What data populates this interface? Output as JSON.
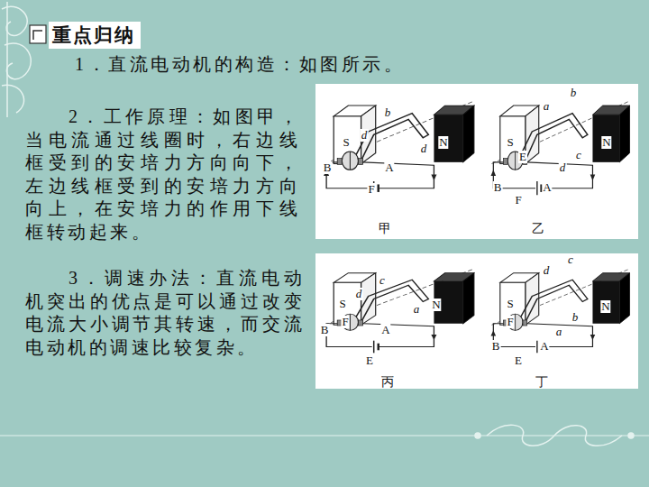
{
  "diagram": {
    "title": "重点归纳",
    "labels": [
      "1．直流电动机的构造：如图所示。",
      "2．工作原理：如图甲，当电流通过线圈时，右边线框受到的安培力方向向下，左边线框受到的安培力方向向上，在安培力的作用下线框转动起来。",
      "3．调速办法：直流电动机突出的优点是可以通过改变电流大小调节其转速，而交流电动机的调速比较复杂。",
      "b",
      "S",
      "d",
      "d",
      "N",
      "B",
      "A",
      "F",
      "甲",
      "b",
      "a",
      "S",
      "E",
      "c",
      "N",
      "d",
      "B",
      "A",
      "F",
      "乙",
      "c",
      "S",
      "d",
      "a",
      "N",
      "B",
      "F",
      "A",
      "E",
      "丙",
      "d",
      "c",
      "S",
      "F",
      "b",
      "a",
      "N",
      "B",
      "A",
      "E",
      "丁"
    ]
  }
}
